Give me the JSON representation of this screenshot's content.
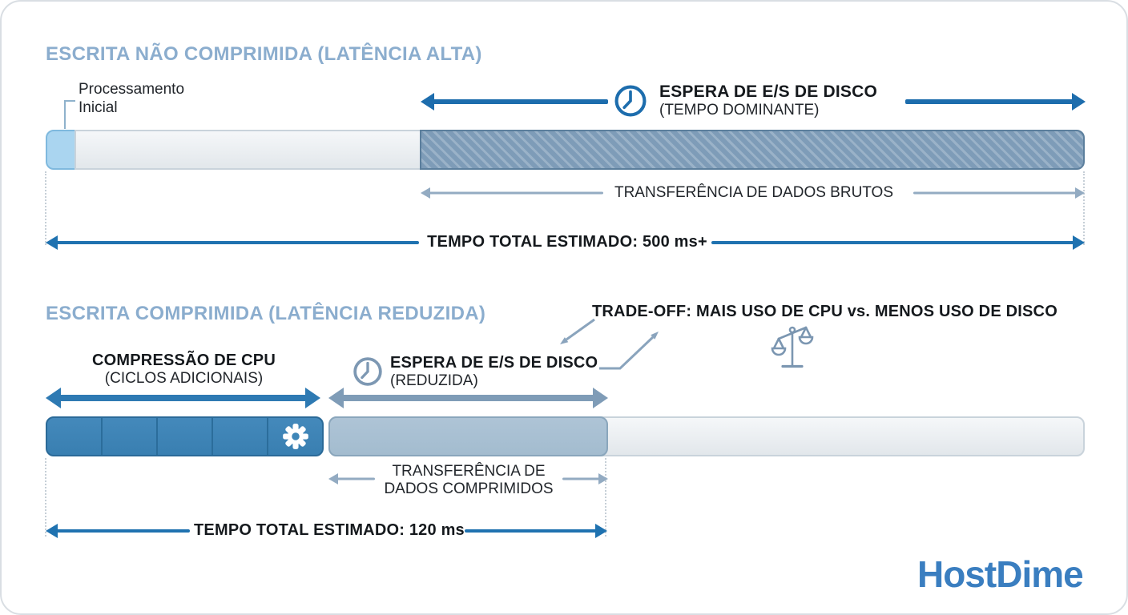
{
  "uncompressed": {
    "title": "ESCRITA NÃO COMPRIMIDA (LATÊNCIA ALTA)",
    "initial_processing_label": "Processamento Inicial",
    "disk_wait_title": "ESPERA DE E/S DE DISCO",
    "disk_wait_subtitle": "(TEMPO DOMINANTE)",
    "transfer_label": "TRANSFERÊNCIA DE DADOS BRUTOS",
    "total_label": "TEMPO TOTAL ESTIMADO: 500 ms+"
  },
  "compressed": {
    "title": "ESCRITA COMPRIMIDA (LATÊNCIA REDUZIDA)",
    "tradeoff_label": "TRADE-OFF: MAIS USO DE CPU vs. MENOS USO DE DISCO",
    "cpu_title": "COMPRESSÃO DE CPU",
    "cpu_subtitle": "(CICLOS ADICIONAIS)",
    "disk_wait_title": "ESPERA DE E/S DE DISCO",
    "disk_wait_subtitle": "(REDUZIDA)",
    "transfer_label": "TRANSFERÊNCIA DE DADOS COMPRIMIDOS",
    "total_label": "TEMPO TOTAL ESTIMADO: 120 ms"
  },
  "brand": {
    "logo_text": "HostDime"
  },
  "icons": {
    "clock": "clock-icon",
    "gear": "gear-icon",
    "scale": "balance-scale-icon"
  },
  "colors": {
    "title_blue": "#8badce",
    "dark_blue_arrow": "#1d6dad",
    "gray_blue_arrow": "#93abc2",
    "initial_segment": "#aad5f0",
    "hatch_segment": "#7e9cb8",
    "cpu_segment": "#3e86b8",
    "reduced_segment": "#a9c0d4",
    "logo_blue": "#3a7ec0"
  }
}
